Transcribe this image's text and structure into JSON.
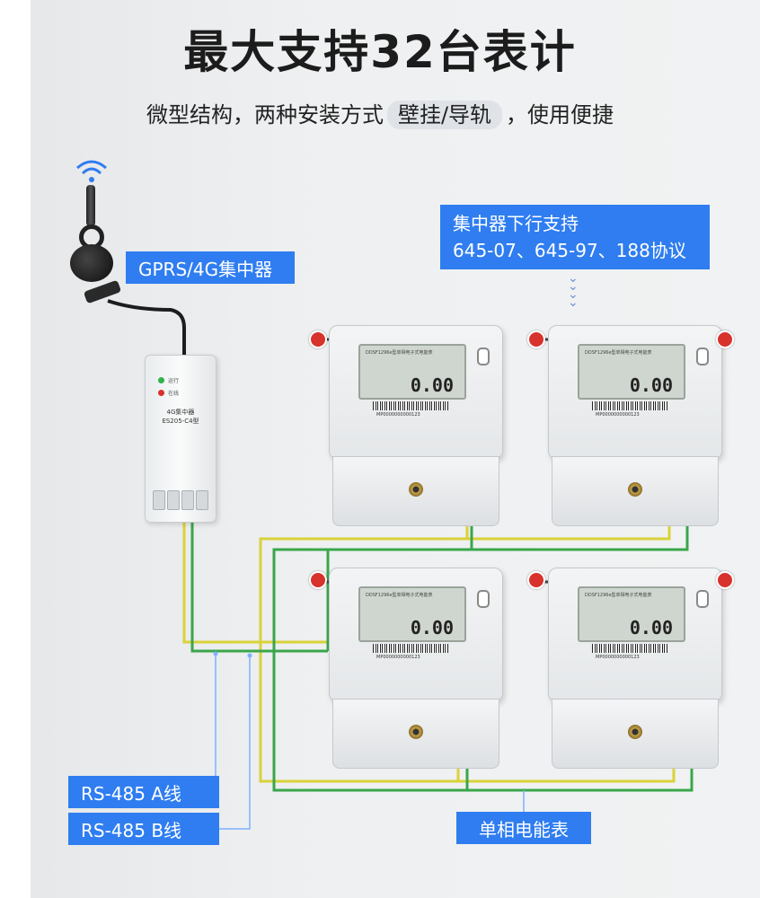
{
  "title": "最大支持32台表计",
  "subtitle": {
    "before": "微型结构，两种安装方式",
    "highlight": "壁挂/导轨",
    "after": "，使用便捷"
  },
  "labels": {
    "gprs": "GPRS/4G集中器",
    "support_line1": "集中器下行支持",
    "support_line2": "645-07、645-97、188协议",
    "rs485_a": "RS-485 A线",
    "rs485_b": "RS-485 B线",
    "meter": "单相电能表"
  },
  "concentrator": {
    "led_run": "运行",
    "led_net": "在线",
    "model_line1": "4G集中器",
    "model_line2": "ES205-C4型"
  },
  "meters": [
    {
      "model": "DDSF1296e型单相电子式电能表",
      "reading": "0.00",
      "serial": "MP0000000000123"
    },
    {
      "model": "DDSF1296e型单相电子式电能表",
      "reading": "0.00",
      "serial": "MP0000000000123"
    },
    {
      "model": "DDSF1296e型单相电子式电能表",
      "reading": "0.00",
      "serial": "MP0000000000123"
    },
    {
      "model": "DDSF1296e型单相电子式电能表",
      "reading": "0.00",
      "serial": "MP0000000000123"
    }
  ],
  "colors": {
    "label_blue": "#2f7df0",
    "wire_yellow": "#d9d23a",
    "wire_green": "#3aa64a",
    "wire_blue": "#7fb0ff",
    "seal_red": "#d7322c"
  }
}
